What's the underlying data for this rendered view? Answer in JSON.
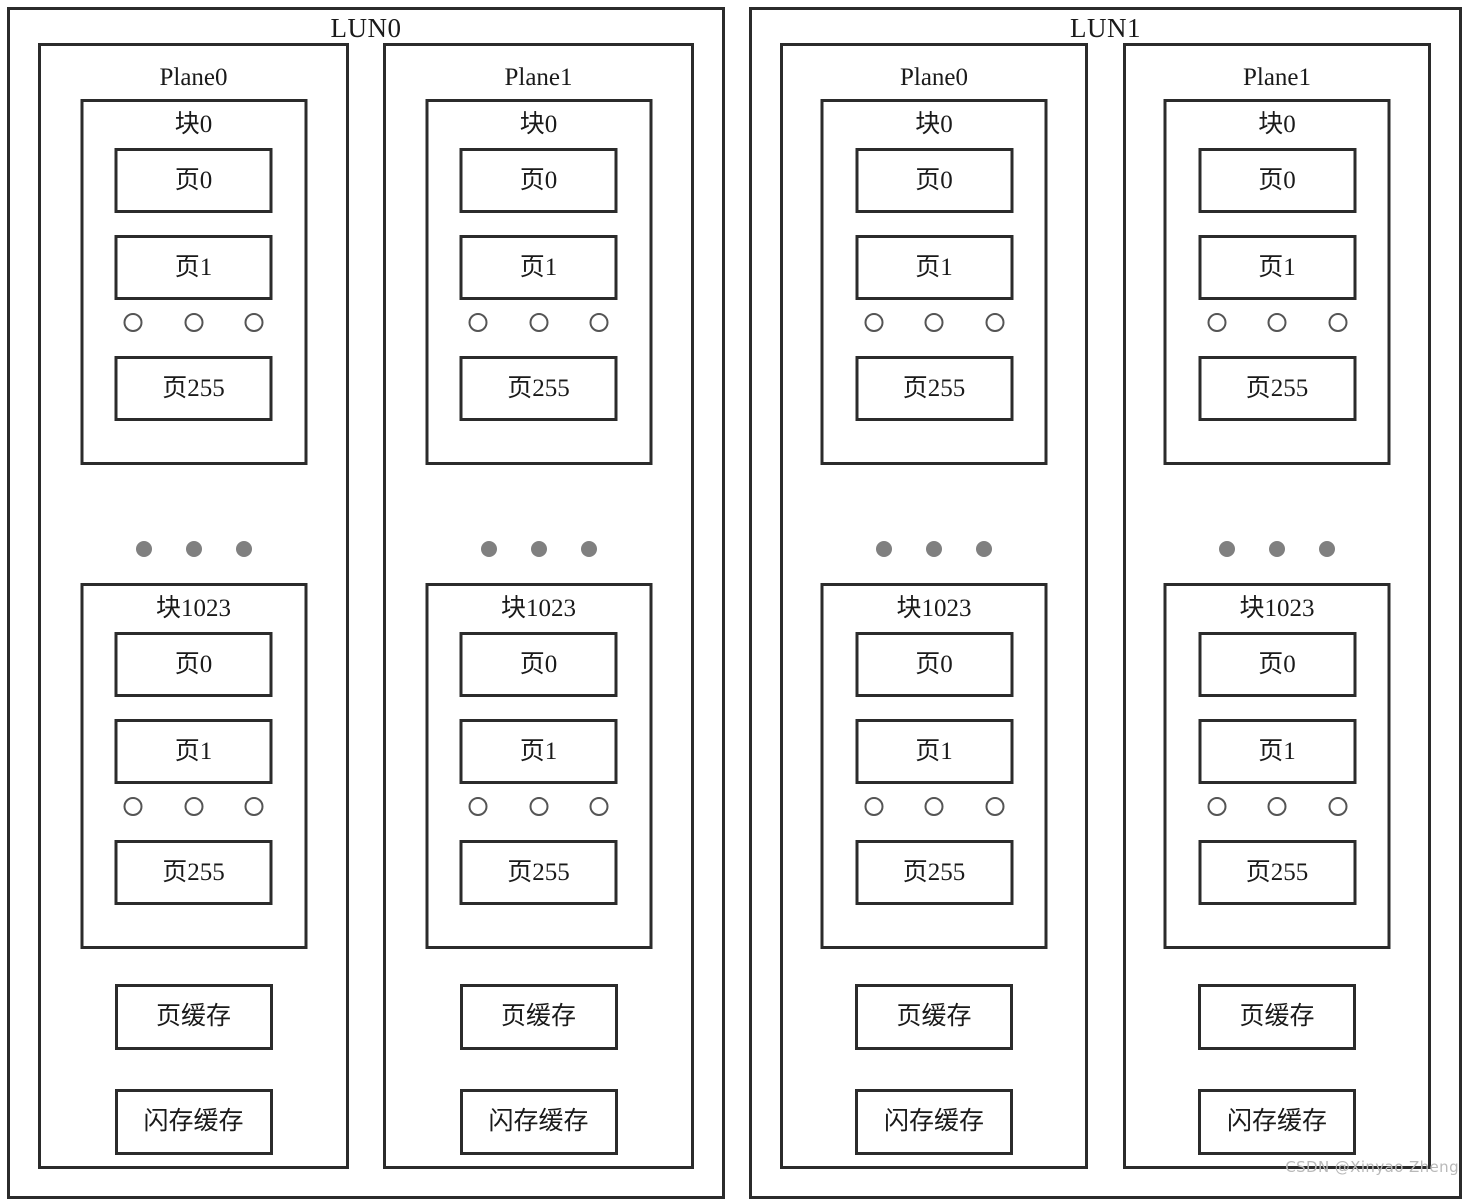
{
  "diagram": {
    "type": "nand-flash-hierarchy",
    "watermark": "CSDN @Xinyao Zheng",
    "labels": {
      "block_first": "块0",
      "block_last": "块1023",
      "page_first": "页0",
      "page_second": "页1",
      "page_last": "页255",
      "page_cache": "页缓存",
      "flash_cache": "闪存缓存"
    },
    "colors": {
      "stroke": "#2b2b2b",
      "background": "#ffffff",
      "ellipsis_filled": "#808080",
      "ellipsis_hollow_border": "#555555",
      "watermark": "#b9b9b9"
    },
    "luns": [
      {
        "title": "LUN0",
        "planes": [
          {
            "title": "Plane0",
            "blocks": [
              {
                "title": "块0",
                "pages": [
                  "页0",
                  "页1",
                  "页255"
                ]
              },
              {
                "title": "块1023",
                "pages": [
                  "页0",
                  "页1",
                  "页255"
                ]
              }
            ],
            "caches": [
              "页缓存",
              "闪存缓存"
            ]
          },
          {
            "title": "Plane1",
            "blocks": [
              {
                "title": "块0",
                "pages": [
                  "页0",
                  "页1",
                  "页255"
                ]
              },
              {
                "title": "块1023",
                "pages": [
                  "页0",
                  "页1",
                  "页255"
                ]
              }
            ],
            "caches": [
              "页缓存",
              "闪存缓存"
            ]
          }
        ]
      },
      {
        "title": "LUN1",
        "planes": [
          {
            "title": "Plane0",
            "blocks": [
              {
                "title": "块0",
                "pages": [
                  "页0",
                  "页1",
                  "页255"
                ]
              },
              {
                "title": "块1023",
                "pages": [
                  "页0",
                  "页1",
                  "页255"
                ]
              }
            ],
            "caches": [
              "页缓存",
              "闪存缓存"
            ]
          },
          {
            "title": "Plane1",
            "blocks": [
              {
                "title": "块0",
                "pages": [
                  "页0",
                  "页1",
                  "页255"
                ]
              },
              {
                "title": "块1023",
                "pages": [
                  "页0",
                  "页1",
                  "页255"
                ]
              }
            ],
            "caches": [
              "页缓存",
              "闪存缓存"
            ]
          }
        ]
      }
    ]
  }
}
